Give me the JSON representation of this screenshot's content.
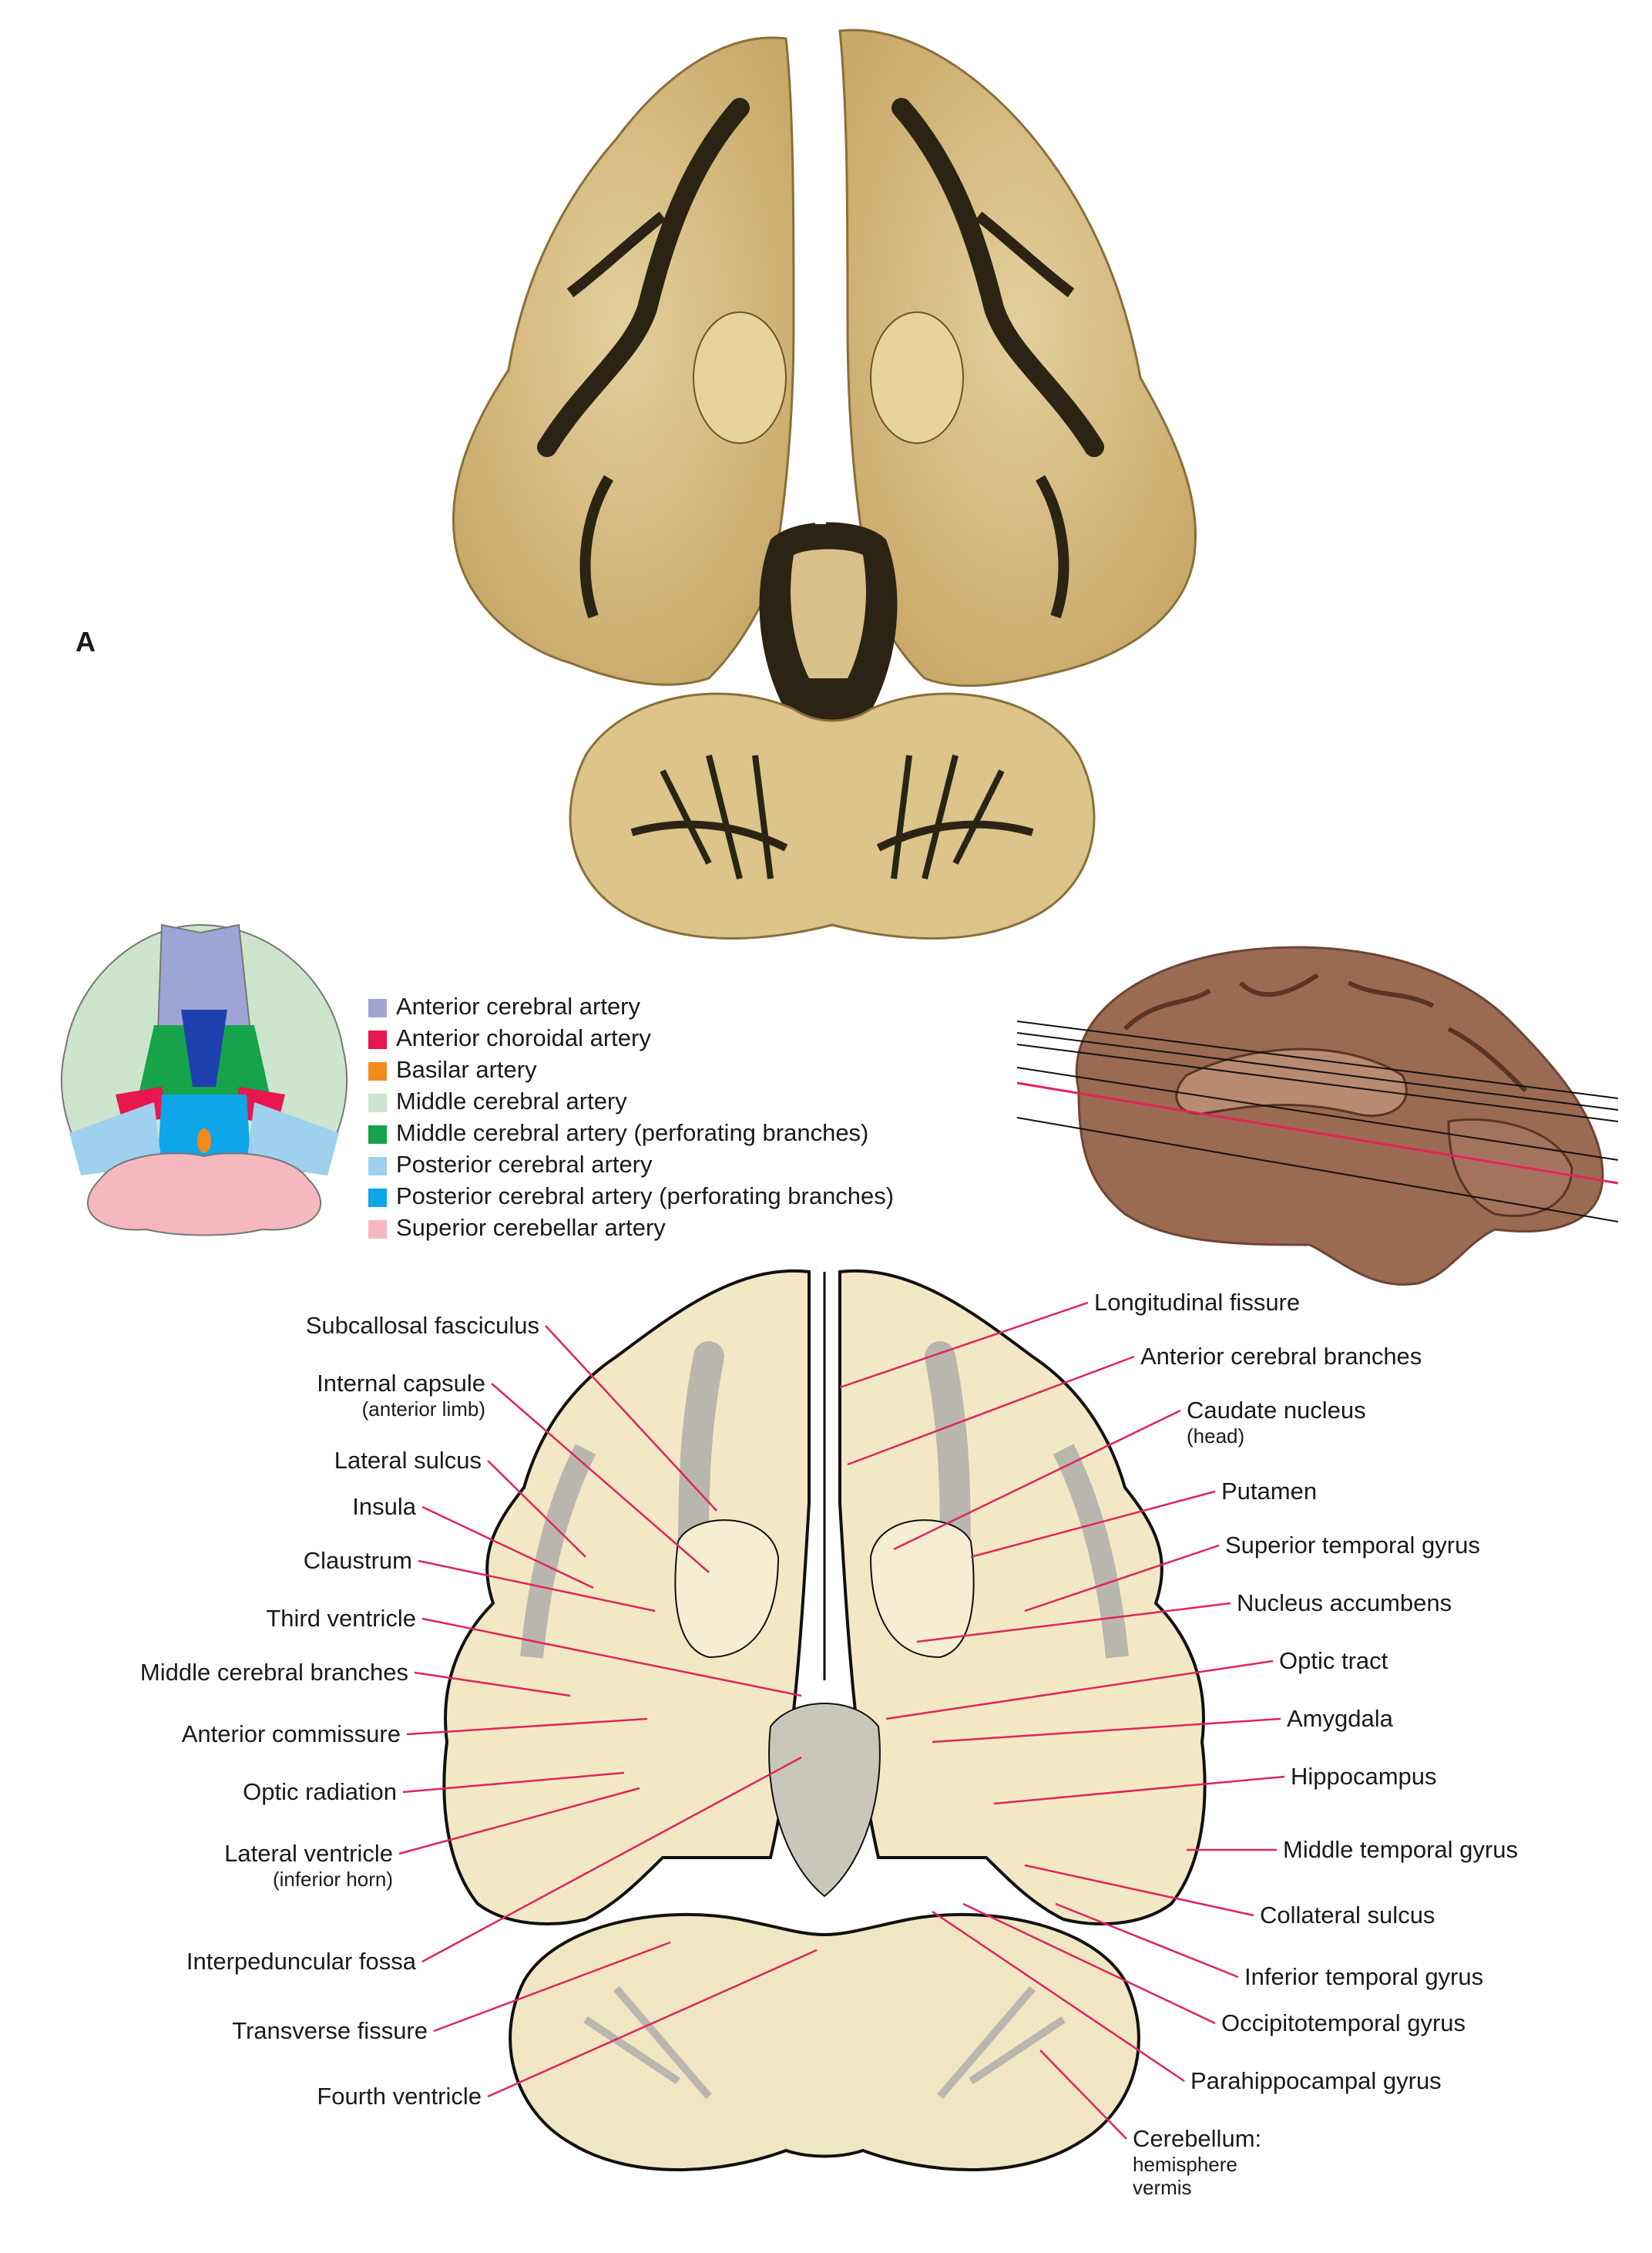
{
  "panel_letter": "A",
  "colors": {
    "leader": "#e0245e",
    "stain_bg": "#d8c08a",
    "stain_dark": "#2b2414",
    "drawing_fill": "#f3e8c6",
    "drawing_gray": "#b9b7ad",
    "brain_photo": "#9b6a52"
  },
  "legend": [
    {
      "label": "Anterior cerebral artery",
      "color": "#9ea5d4"
    },
    {
      "label": "Anterior choroidal artery",
      "color": "#e8174e"
    },
    {
      "label": "Basilar artery",
      "color": "#f28a1e"
    },
    {
      "label": "Middle cerebral artery",
      "color": "#cce5cc"
    },
    {
      "label": "Middle cerebral artery (perforating branches)",
      "color": "#16a34a"
    },
    {
      "label": "Posterior cerebral artery",
      "color": "#9fd0ee"
    },
    {
      "label": "Posterior cerebral artery (perforating branches)",
      "color": "#0ea5e9"
    },
    {
      "label": "Superior cerebellar artery",
      "color": "#f5b8bf"
    }
  ],
  "labels_left": [
    {
      "main": "Subcallosal fasciculus",
      "sub": ""
    },
    {
      "main": "Internal capsule",
      "sub": "(anterior limb)"
    },
    {
      "main": "Lateral sulcus",
      "sub": ""
    },
    {
      "main": "Insula",
      "sub": ""
    },
    {
      "main": "Claustrum",
      "sub": ""
    },
    {
      "main": "Third ventricle",
      "sub": ""
    },
    {
      "main": "Middle cerebral branches",
      "sub": ""
    },
    {
      "main": "Anterior commissure",
      "sub": ""
    },
    {
      "main": "Optic radiation",
      "sub": ""
    },
    {
      "main": "Lateral ventricle",
      "sub": "(inferior horn)"
    },
    {
      "main": "Interpeduncular fossa",
      "sub": ""
    },
    {
      "main": "Transverse fissure",
      "sub": ""
    },
    {
      "main": "Fourth ventricle",
      "sub": ""
    }
  ],
  "labels_right": [
    {
      "main": "Longitudinal fissure",
      "sub": ""
    },
    {
      "main": "Anterior cerebral branches",
      "sub": ""
    },
    {
      "main": "Caudate nucleus",
      "sub": "(head)"
    },
    {
      "main": "Putamen",
      "sub": ""
    },
    {
      "main": "Superior temporal gyrus",
      "sub": ""
    },
    {
      "main": "Nucleus accumbens",
      "sub": ""
    },
    {
      "main": "Optic tract",
      "sub": ""
    },
    {
      "main": "Amygdala",
      "sub": ""
    },
    {
      "main": "Hippocampus",
      "sub": ""
    },
    {
      "main": "Middle temporal gyrus",
      "sub": ""
    },
    {
      "main": "Collateral sulcus",
      "sub": ""
    },
    {
      "main": "Inferior temporal gyrus",
      "sub": ""
    },
    {
      "main": "Occipitotemporal gyrus",
      "sub": ""
    },
    {
      "main": "Parahippocampal gyrus",
      "sub": ""
    },
    {
      "main": "Cerebellum:",
      "sub": "hemisphere",
      "sub2": "vermis"
    }
  ]
}
